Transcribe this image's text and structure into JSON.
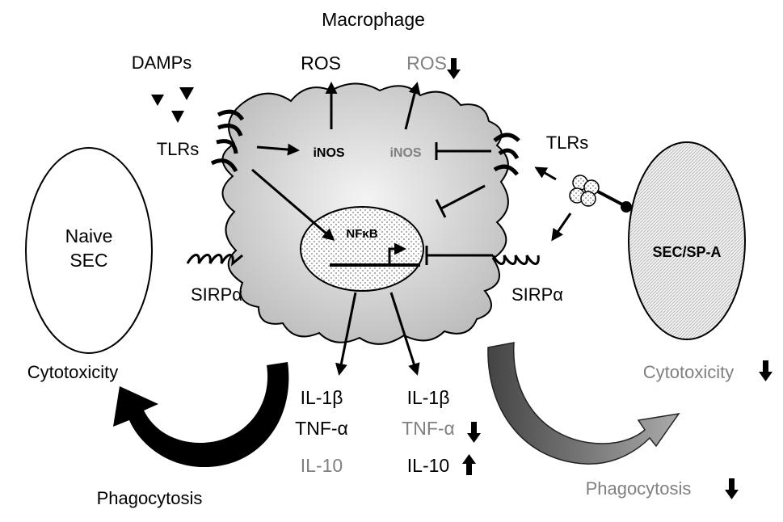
{
  "title": "Macrophage",
  "left": {
    "damps": "DAMPs",
    "tlrs": "TLRs",
    "sirp": "SIRPα",
    "cell_line1": "Naive",
    "cell_line2": "SEC",
    "cytotoxicity": "Cytotoxicity",
    "phagocytosis": "Phagocytosis"
  },
  "center": {
    "ros_1": "ROS",
    "ros_2": "ROS",
    "inos_1": "iNOS",
    "inos_2": "iNOS",
    "nfkb": "NFκB"
  },
  "right": {
    "tlrs": "TLRs",
    "sirp": "SIRPα",
    "cell": "SEC/SP-A",
    "cytotoxicity": "Cytotoxicity",
    "phagocytosis": "Phagocytosis"
  },
  "cytokines_left": [
    "IL-1β",
    "TNF-α",
    "IL-10"
  ],
  "cytokines_right": [
    "IL-1β",
    "TNF-α",
    "IL-10"
  ],
  "colors": {
    "black": "#000000",
    "gray": "#808080",
    "cell_fill": "#d9d9d9",
    "dark_arrow": "#555555"
  }
}
